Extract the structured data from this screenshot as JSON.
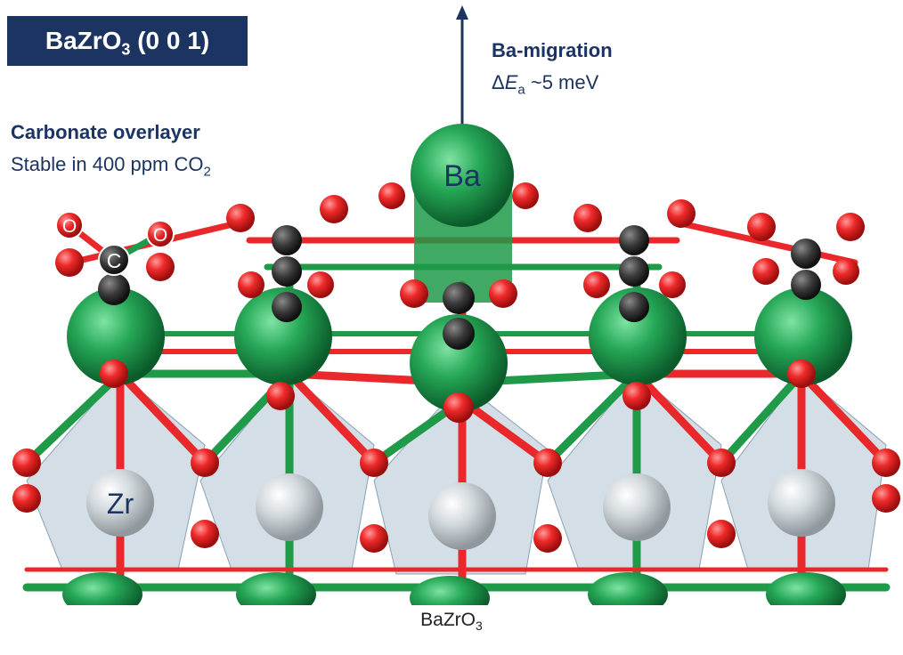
{
  "title": {
    "main": "BaZrO",
    "sub": "3",
    "rest": " (0 0 1)"
  },
  "migration": {
    "heading": "Ba-migration",
    "energy_prefix": "Δ",
    "energy_symbol": "E",
    "energy_sub": "a",
    "energy_value": " ~5 meV"
  },
  "carbonate": {
    "heading": "Carbonate overlayer",
    "line_main": "Stable in 400 ppm CO",
    "line_sub": "2"
  },
  "atom_labels": {
    "ba": "Ba",
    "zr": "Zr",
    "c": "C",
    "o1": "O",
    "o2": "O"
  },
  "caption": {
    "main": "BaZrO",
    "sub": "3"
  },
  "colors": {
    "oxygen": "#e8282a",
    "barium": "#1f9a49",
    "carbon": "#3a3a3a",
    "zirconium": "#d6dde0",
    "octahedron": "#9fb6c8",
    "label_navy": "#1c3462"
  }
}
